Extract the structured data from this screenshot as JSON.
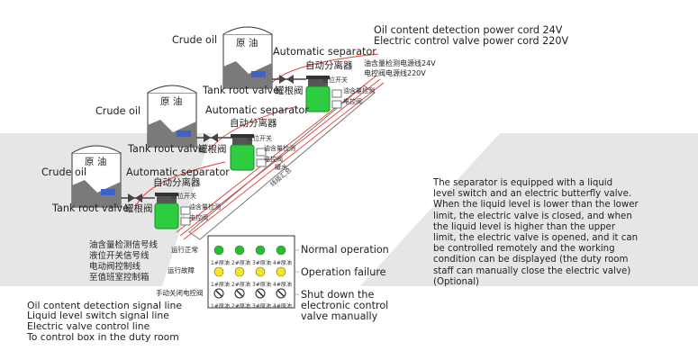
{
  "top_right_labels": [
    "Oil content detection power cord 24V",
    "Electric control valve power cord 220V"
  ],
  "top_right_labels_cn": [
    "油含量检测电源线24V",
    "电控阀电源线220V"
  ],
  "tanks": [
    {
      "label_en": "Crude oil",
      "label_cn": "原 油",
      "separator_en": "Automatic separator",
      "separator_cn": "自动分离器",
      "valve_en": "Tank root valve",
      "valve_cn": "罐根阀",
      "tag": "液位开关"
    },
    {
      "label_en": "Crude oil",
      "label_cn": "原 油",
      "separator_en": "Automatic separator",
      "separator_cn": "自动分离器",
      "valve_en": "Tank root valve",
      "valve_cn": "罐根阀",
      "tag": "液位开关"
    },
    {
      "label_en": "Crude oil",
      "label_cn": "原 油",
      "separator_en": "Automatic separator",
      "separator_cn": "自动分离器",
      "valve_en": "Tank root valve",
      "valve_cn": "罐根阀",
      "tag": "液位开关"
    }
  ],
  "small_tags": {
    "oil_detect": "油含量检测",
    "electric_valve": "电控阀",
    "tank_water": "罐水",
    "duct": "线缆汇总"
  },
  "signal_lines_cn": [
    "油含量检测信号线",
    "液位开关信号线",
    "电动阀控制线",
    "至值班室控制箱"
  ],
  "signal_lines_en": [
    "Oil content detection signal line",
    "Liquid level switch signal line",
    "Electric valve control line",
    "To control box in the duty room"
  ],
  "panel": {
    "row_labels_cn": [
      "运行正常",
      "运行故障",
      "手动关闭电控阀"
    ],
    "row_labels_en": [
      "Normal operation",
      "Operation failure",
      "Shut down the",
      "electronic control",
      "valve manually"
    ],
    "tank_labels": [
      "1#原油",
      "2#原油",
      "3#原油",
      "4#原油"
    ],
    "green": "#22c02a",
    "yellow": "#f4e81c"
  },
  "description": [
    "The separator is equipped with a liquid",
    "level switch and an electric butterfly valve.",
    "When the liquid level is lower than the lower",
    "limit, the electric valve is closed, and when",
    "the liquid level is higher than the upper",
    "limit, the electric valve is opened, and it can",
    "be controlled remotely and the working",
    "condition can be displayed (the duty room",
    "staff can manually close the electric valve)",
    "(Optional)"
  ],
  "colors": {
    "band": "#e6e6e6",
    "separator": "#2ecc40",
    "signal_line": "#e53935"
  }
}
